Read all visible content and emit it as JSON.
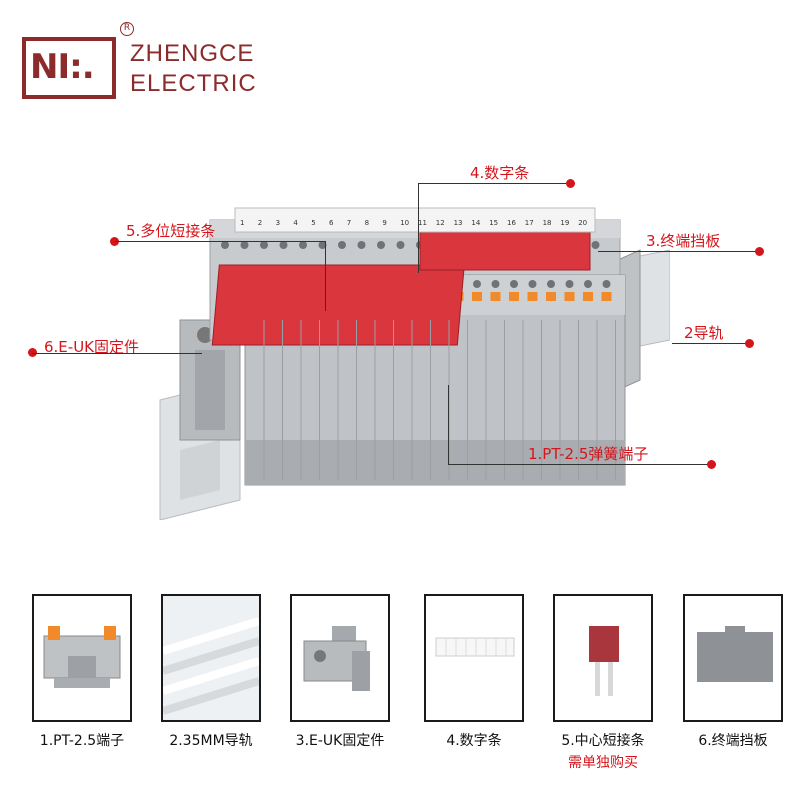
{
  "brand": {
    "mark": "NI:.",
    "reg": "R",
    "line1": "ZHENGCE",
    "line2": "ELECTRIC"
  },
  "colors": {
    "brand": "#8c2b2b",
    "callout": "#d4161c",
    "terminal_gray": "#b9bcc0",
    "jumper_red": "#d9363e",
    "lever_orange": "#f08a2a"
  },
  "callouts": {
    "c4": "4.数字条",
    "c5": "5.多位短接条",
    "c3": "3.终端挡板",
    "c6": "6.E-UK固定件",
    "c2": "2导轨",
    "c1": "1.PT-2.5弹簧端子"
  },
  "marker_numbers": [
    "1",
    "2",
    "3",
    "4",
    "5",
    "6",
    "7",
    "8",
    "9",
    "10",
    "11",
    "12",
    "13",
    "14",
    "15",
    "16",
    "17",
    "18",
    "19",
    "20"
  ],
  "thumbnails": [
    {
      "label": "1.PT-2.5端子",
      "icon": "terminal-block-icon"
    },
    {
      "label": "2.35MM导轨",
      "icon": "din-rail-icon"
    },
    {
      "label": "3.E-UK固定件",
      "icon": "end-clamp-icon"
    },
    {
      "label": "4.数字条",
      "icon": "marker-strip-icon"
    },
    {
      "label": "5.中心短接条",
      "note": "需单独购买",
      "icon": "jumper-bridge-icon"
    },
    {
      "label": "6.终端挡板",
      "icon": "end-cover-icon"
    }
  ]
}
